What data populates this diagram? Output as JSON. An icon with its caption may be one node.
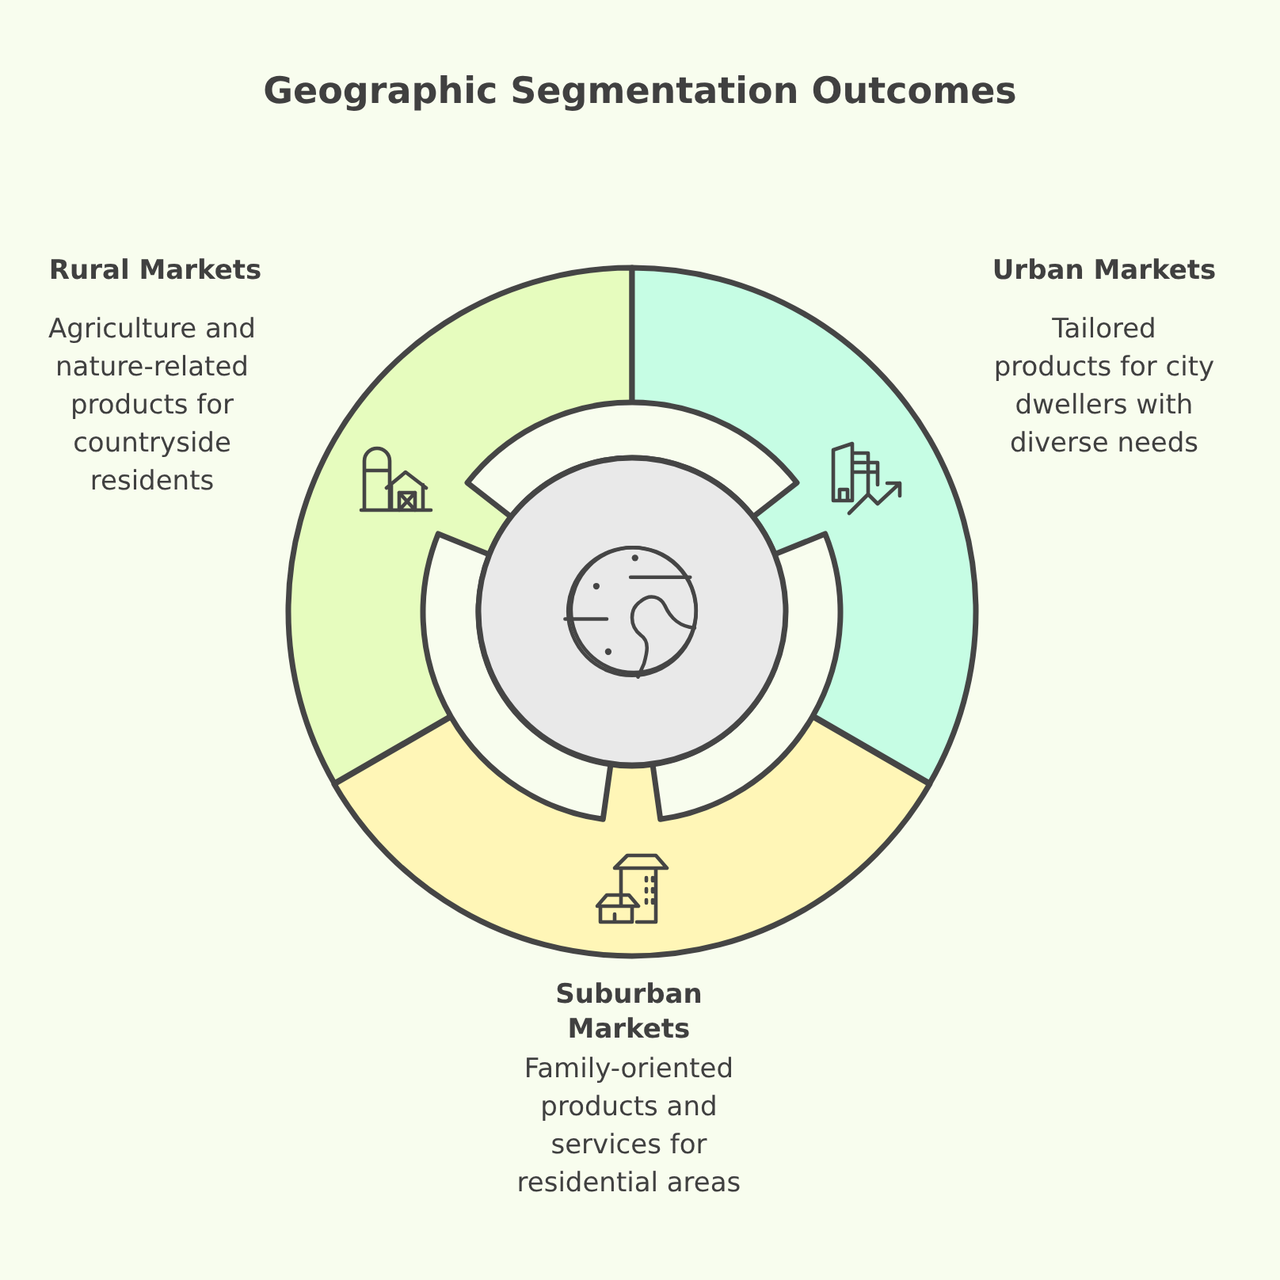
{
  "diagram": {
    "title": "Geographic Segmentation Outcomes",
    "nodes": [
      {
        "text": [
          "Rural Markets",
          "Agriculture and nature-related products for countryside residents"
        ]
      },
      {
        "text": [
          "Urban Markets",
          "Tailored products for city dwellers with diverse needs"
        ]
      },
      {
        "text": [
          "Suburban Markets",
          "Family-oriented products and services for residential areas"
        ]
      },
      {
        "text": [],
        "shape": "circle"
      },
      {
        "text": [],
        "shape": "arc"
      },
      {
        "text": [],
        "shape": "arc"
      },
      {
        "text": [],
        "shape": "arc"
      }
    ]
  }
}
